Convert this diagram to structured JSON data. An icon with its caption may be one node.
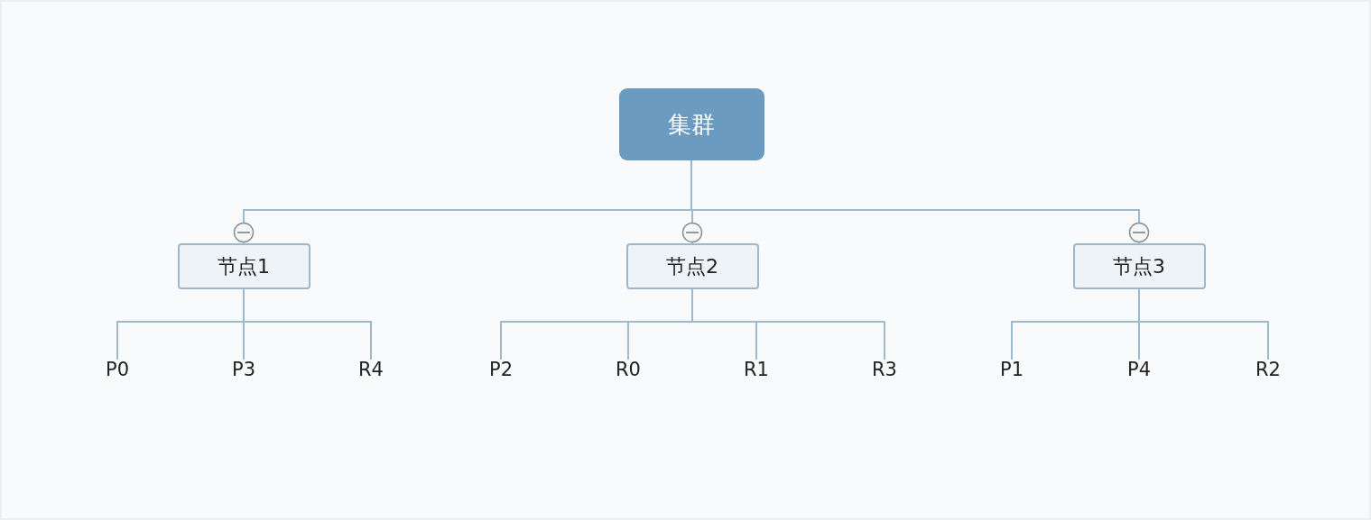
{
  "diagram": {
    "nodes": [
      {
        "text": [
          "集群"
        ]
      },
      {
        "text": [
          "节点1"
        ]
      },
      {
        "text": [
          "节点2"
        ]
      },
      {
        "text": [
          "节点3"
        ]
      },
      {
        "text": [
          "P0"
        ]
      },
      {
        "text": [
          "P3"
        ]
      },
      {
        "text": [
          "R4"
        ]
      },
      {
        "text": [
          "P2"
        ]
      },
      {
        "text": [
          "R0"
        ]
      },
      {
        "text": [
          "R1"
        ]
      },
      {
        "text": [
          "R3"
        ]
      },
      {
        "text": [
          "P1"
        ]
      },
      {
        "text": [
          "P4"
        ]
      },
      {
        "text": [
          "R2"
        ]
      }
    ],
    "edges": [
      {
        "from": 0,
        "to": 1,
        "arrow": "none"
      },
      {
        "from": 0,
        "to": 2,
        "arrow": "none"
      },
      {
        "from": 0,
        "to": 3,
        "arrow": "none"
      },
      {
        "from": 1,
        "to": 4,
        "arrow": "none"
      },
      {
        "from": 1,
        "to": 5,
        "arrow": "none"
      },
      {
        "from": 1,
        "to": 6,
        "arrow": "none"
      },
      {
        "from": 2,
        "to": 7,
        "arrow": "none"
      },
      {
        "from": 2,
        "to": 8,
        "arrow": "none"
      },
      {
        "from": 2,
        "to": 9,
        "arrow": "none"
      },
      {
        "from": 2,
        "to": 10,
        "arrow": "none"
      },
      {
        "from": 3,
        "to": 11,
        "arrow": "none"
      },
      {
        "from": 3,
        "to": 12,
        "arrow": "none"
      },
      {
        "from": 3,
        "to": 13,
        "arrow": "none"
      }
    ]
  }
}
